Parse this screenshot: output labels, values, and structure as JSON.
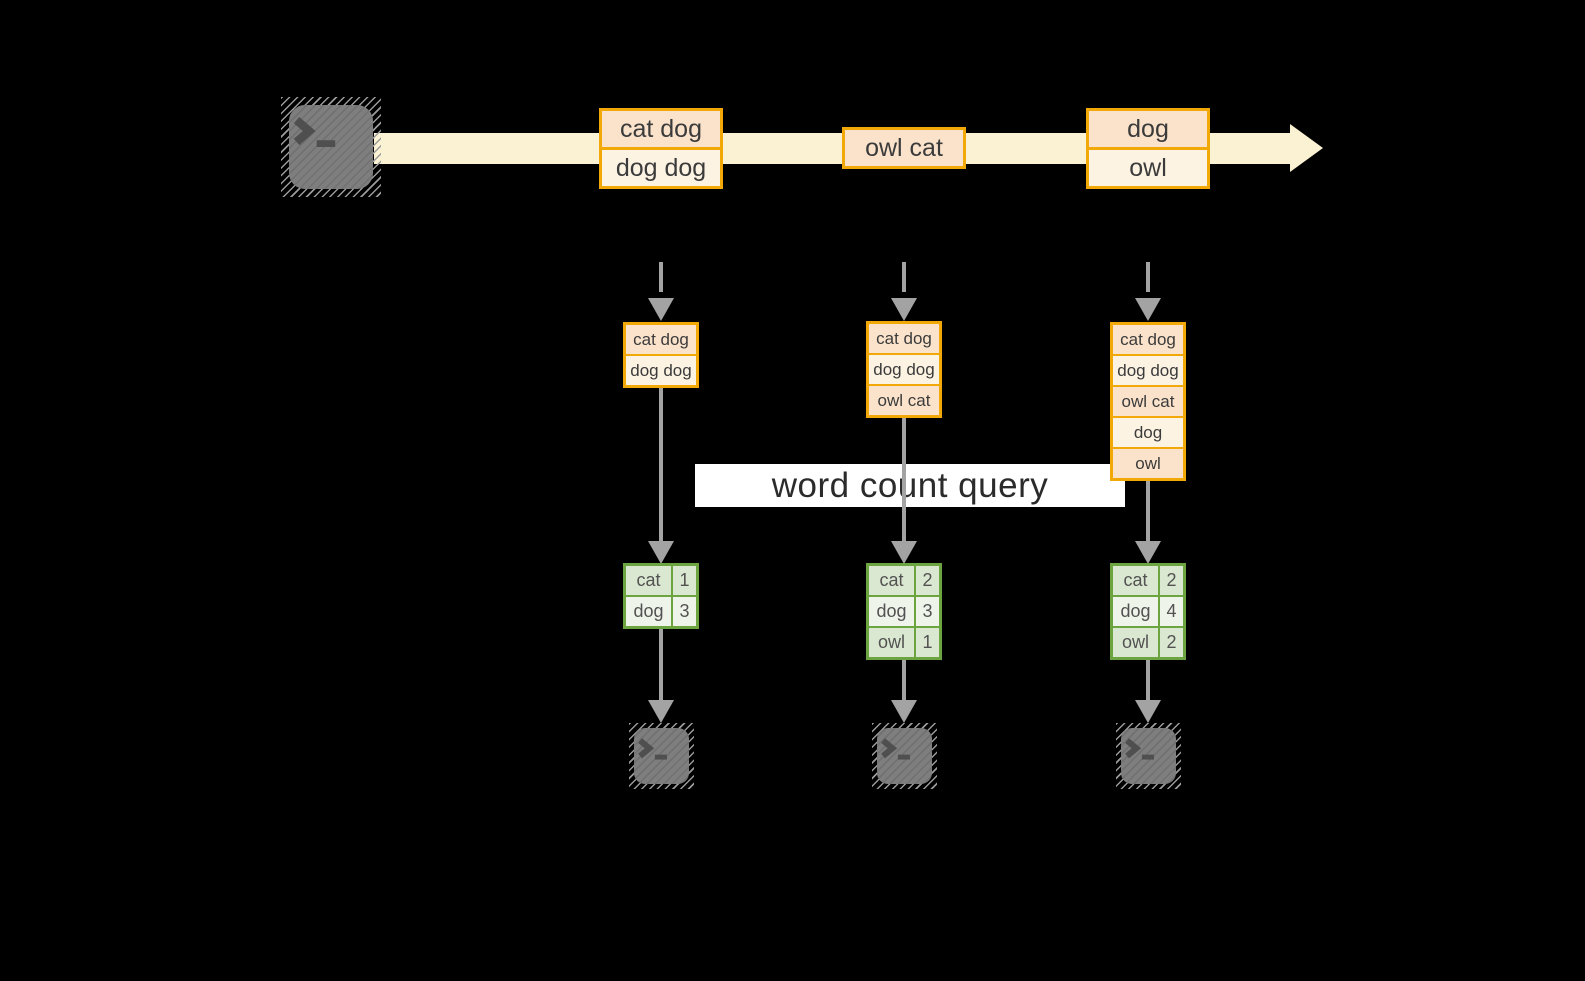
{
  "query_label": "word count query",
  "stream": {
    "description": "event stream arrow",
    "events": [
      {
        "lines": [
          "cat dog",
          "dog dog"
        ]
      },
      {
        "lines": [
          "owl cat"
        ]
      },
      {
        "lines": [
          "dog",
          "owl"
        ]
      }
    ]
  },
  "states": [
    {
      "lines": [
        "cat dog",
        "dog dog"
      ]
    },
    {
      "lines": [
        "cat dog",
        "dog dog",
        "owl cat"
      ]
    },
    {
      "lines": [
        "cat dog",
        "dog dog",
        "owl cat",
        "dog",
        "owl"
      ]
    }
  ],
  "counts": [
    {
      "rows": [
        {
          "word": "cat",
          "count": "1"
        },
        {
          "word": "dog",
          "count": "3"
        }
      ]
    },
    {
      "rows": [
        {
          "word": "cat",
          "count": "2"
        },
        {
          "word": "dog",
          "count": "3"
        },
        {
          "word": "owl",
          "count": "1"
        }
      ]
    },
    {
      "rows": [
        {
          "word": "cat",
          "count": "2"
        },
        {
          "word": "dog",
          "count": "4"
        },
        {
          "word": "owl",
          "count": "2"
        }
      ]
    }
  ],
  "icons": {
    "source": "terminal-icon",
    "sinks": [
      "terminal-icon",
      "terminal-icon",
      "terminal-icon"
    ]
  },
  "colors": {
    "background": "#000000",
    "stream_fill": "#faf2d3",
    "box_border": "#f2a907",
    "cell_peach": "#fbe3cb",
    "cell_cream": "#fdf3e3",
    "table_border": "#6ca540",
    "row_green_dark": "#dbe8d1",
    "row_green_light": "#eff4ea",
    "connector_gray": "#a3a3a3",
    "terminal_gray": "#7e7e7e",
    "label_bg": "#ffffff",
    "text": "#3b3b3b"
  }
}
